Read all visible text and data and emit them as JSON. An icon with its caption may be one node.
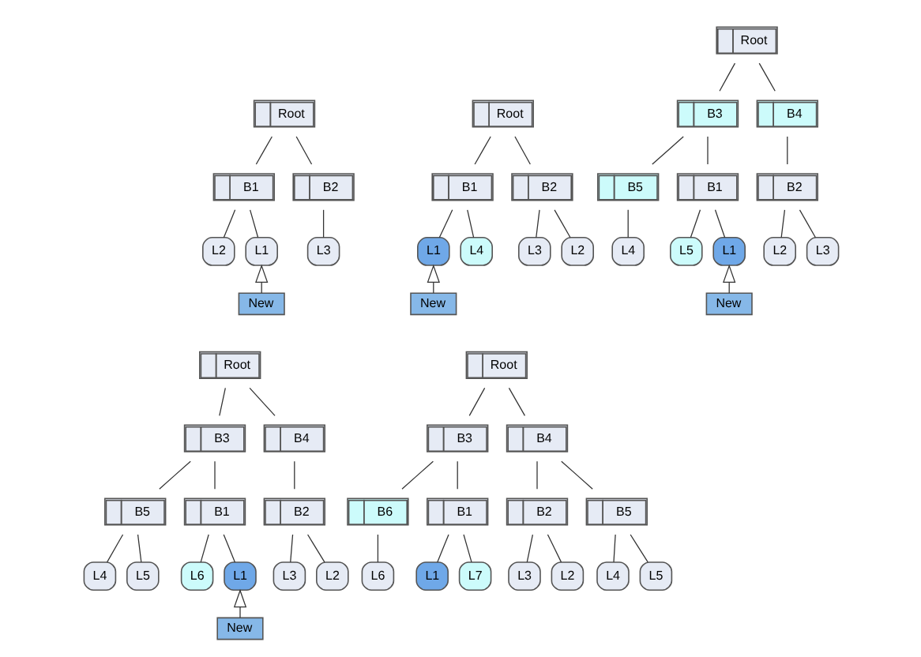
{
  "diagram": {
    "nodes": [
      {
        "text": [
          "Root"
        ]
      },
      {
        "text": [
          "B1"
        ]
      },
      {
        "text": [
          "B2"
        ]
      },
      {
        "text": [
          "L1"
        ]
      },
      {
        "text": [
          "L2"
        ]
      },
      {
        "text": [
          "L3"
        ]
      },
      {
        "text": [
          "New"
        ]
      },
      {
        "text": [
          "Root"
        ]
      },
      {
        "text": [
          "B1"
        ]
      },
      {
        "text": [
          "B2"
        ]
      },
      {
        "text": [
          "L1"
        ]
      },
      {
        "text": [
          "L4"
        ]
      },
      {
        "text": [
          "L2"
        ]
      },
      {
        "text": [
          "L3"
        ]
      },
      {
        "text": [
          "New"
        ]
      },
      {
        "text": [
          "Root"
        ]
      },
      {
        "text": [
          "B3"
        ]
      },
      {
        "text": [
          "B4"
        ]
      },
      {
        "text": [
          "B1"
        ]
      },
      {
        "text": [
          "B5"
        ]
      },
      {
        "text": [
          "B2"
        ]
      },
      {
        "text": [
          "L1"
        ]
      },
      {
        "text": [
          "L5"
        ]
      },
      {
        "text": [
          "L4"
        ]
      },
      {
        "text": [
          "L2"
        ]
      },
      {
        "text": [
          "L3"
        ]
      },
      {
        "text": [
          "New"
        ]
      },
      {
        "text": [
          "Root"
        ]
      },
      {
        "text": [
          "B3"
        ]
      },
      {
        "text": [
          "B4"
        ]
      },
      {
        "text": [
          "B1"
        ]
      },
      {
        "text": [
          "B5"
        ]
      },
      {
        "text": [
          "B2"
        ]
      },
      {
        "text": [
          "L1"
        ]
      },
      {
        "text": [
          "L6"
        ]
      },
      {
        "text": [
          "L5"
        ]
      },
      {
        "text": [
          "L4"
        ]
      },
      {
        "text": [
          "L2"
        ]
      },
      {
        "text": [
          "L3"
        ]
      },
      {
        "text": [
          "New"
        ]
      },
      {
        "text": [
          "Root"
        ]
      },
      {
        "text": [
          "B3"
        ]
      },
      {
        "text": [
          "B4"
        ]
      },
      {
        "text": [
          "B1"
        ]
      },
      {
        "text": [
          "B6"
        ]
      },
      {
        "text": [
          "B5"
        ]
      },
      {
        "text": [
          "B2"
        ]
      },
      {
        "text": [
          "L1"
        ]
      },
      {
        "text": [
          "L7"
        ]
      },
      {
        "text": [
          "L6"
        ]
      },
      {
        "text": [
          "L5"
        ]
      },
      {
        "text": [
          "L4"
        ]
      },
      {
        "text": [
          "L2"
        ]
      },
      {
        "text": [
          "L3"
        ]
      }
    ],
    "edges": [
      {
        "from": 0,
        "to": 1,
        "arrow": "none"
      },
      {
        "from": 0,
        "to": 2,
        "arrow": "none"
      },
      {
        "from": 1,
        "to": 3,
        "arrow": "none"
      },
      {
        "from": 1,
        "to": 4,
        "arrow": "none"
      },
      {
        "from": 2,
        "to": 5,
        "arrow": "none"
      },
      {
        "from": 6,
        "to": 3,
        "arrow": "to"
      },
      {
        "from": 7,
        "to": 8,
        "arrow": "none"
      },
      {
        "from": 7,
        "to": 9,
        "arrow": "none"
      },
      {
        "from": 8,
        "to": 10,
        "arrow": "none"
      },
      {
        "from": 8,
        "to": 11,
        "arrow": "none"
      },
      {
        "from": 9,
        "to": 12,
        "arrow": "none"
      },
      {
        "from": 9,
        "to": 13,
        "arrow": "none"
      },
      {
        "from": 14,
        "to": 10,
        "arrow": "to"
      },
      {
        "from": 15,
        "to": 16,
        "arrow": "none"
      },
      {
        "from": 15,
        "to": 17,
        "arrow": "none"
      },
      {
        "from": 16,
        "to": 18,
        "arrow": "none"
      },
      {
        "from": 16,
        "to": 19,
        "arrow": "none"
      },
      {
        "from": 17,
        "to": 20,
        "arrow": "none"
      },
      {
        "from": 18,
        "to": 21,
        "arrow": "none"
      },
      {
        "from": 18,
        "to": 22,
        "arrow": "none"
      },
      {
        "from": 19,
        "to": 23,
        "arrow": "none"
      },
      {
        "from": 20,
        "to": 24,
        "arrow": "none"
      },
      {
        "from": 20,
        "to": 25,
        "arrow": "none"
      },
      {
        "from": 26,
        "to": 21,
        "arrow": "to"
      },
      {
        "from": 27,
        "to": 28,
        "arrow": "none"
      },
      {
        "from": 27,
        "to": 29,
        "arrow": "none"
      },
      {
        "from": 28,
        "to": 30,
        "arrow": "none"
      },
      {
        "from": 28,
        "to": 31,
        "arrow": "none"
      },
      {
        "from": 29,
        "to": 32,
        "arrow": "none"
      },
      {
        "from": 30,
        "to": 33,
        "arrow": "none"
      },
      {
        "from": 30,
        "to": 34,
        "arrow": "none"
      },
      {
        "from": 31,
        "to": 35,
        "arrow": "none"
      },
      {
        "from": 31,
        "to": 36,
        "arrow": "none"
      },
      {
        "from": 32,
        "to": 37,
        "arrow": "none"
      },
      {
        "from": 32,
        "to": 38,
        "arrow": "none"
      },
      {
        "from": 39,
        "to": 33,
        "arrow": "to"
      },
      {
        "from": 40,
        "to": 41,
        "arrow": "none"
      },
      {
        "from": 40,
        "to": 42,
        "arrow": "none"
      },
      {
        "from": 41,
        "to": 43,
        "arrow": "none"
      },
      {
        "from": 41,
        "to": 44,
        "arrow": "none"
      },
      {
        "from": 42,
        "to": 45,
        "arrow": "none"
      },
      {
        "from": 42,
        "to": 46,
        "arrow": "none"
      },
      {
        "from": 43,
        "to": 47,
        "arrow": "none"
      },
      {
        "from": 43,
        "to": 48,
        "arrow": "none"
      },
      {
        "from": 44,
        "to": 49,
        "arrow": "none"
      },
      {
        "from": 45,
        "to": 50,
        "arrow": "none"
      },
      {
        "from": 45,
        "to": 51,
        "arrow": "none"
      },
      {
        "from": 46,
        "to": 52,
        "arrow": "none"
      },
      {
        "from": 46,
        "to": 53,
        "arrow": "none"
      }
    ]
  }
}
